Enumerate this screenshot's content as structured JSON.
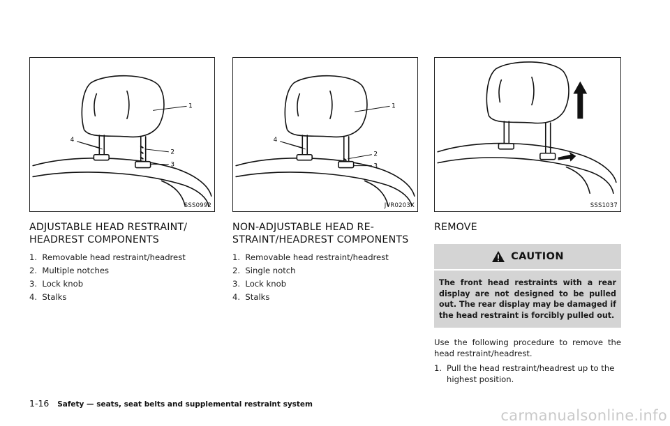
{
  "columns": [
    {
      "figure_code": "SSS0992",
      "callouts": [
        "1",
        "2",
        "3",
        "4"
      ],
      "heading_lines": [
        "ADJUSTABLE HEAD RESTRAINT/",
        "HEADREST COMPONENTS"
      ],
      "items": [
        "1.  Removable head restraint/headrest",
        "2.  Multiple notches",
        "3.  Lock knob",
        "4.  Stalks"
      ]
    },
    {
      "figure_code": "JVR0203X",
      "callouts": [
        "1",
        "2",
        "3",
        "4"
      ],
      "heading_lines": [
        "NON-ADJUSTABLE HEAD RE-",
        "STRAINT/HEADREST COMPONENTS"
      ],
      "items": [
        "1.  Removable head restraint/headrest",
        "2.  Single notch",
        "3.  Lock knob",
        "4.  Stalks"
      ]
    },
    {
      "figure_code": "SSS1037",
      "heading": "REMOVE",
      "caution_title": "CAUTION",
      "caution_text": "The front head restraints with a rear display are not designed to be pulled out. The rear display may be damaged if the head restraint is forcibly pulled out.",
      "paragraph": "Use the following procedure to remove the head restraint/headrest.",
      "step_number": "1.",
      "step_text": "Pull the head restraint/headrest up to the highest position."
    }
  ],
  "footer": {
    "page_number": "1-16",
    "section": "Safety — seats, seat belts and supplemental restraint system"
  },
  "watermark": "carmanualsonline.info",
  "colors": {
    "caution_bg": "#d4d4d4",
    "border": "#222222",
    "watermark": "#c9c9c9"
  },
  "icons": {
    "caution": "warning-triangle-icon"
  }
}
